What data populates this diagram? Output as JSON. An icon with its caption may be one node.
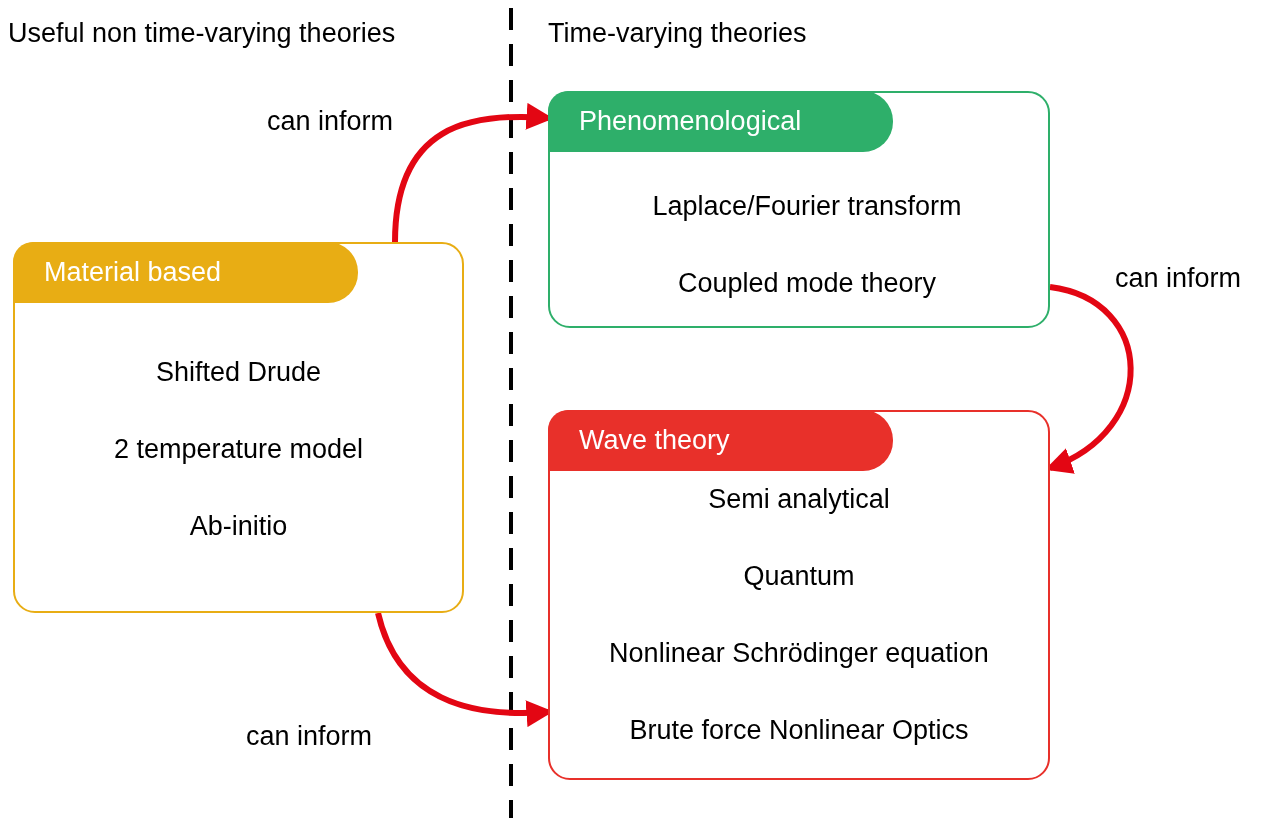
{
  "diagram": {
    "nodes": [
      {
        "text": [
          "Material based",
          "Shifted Drude",
          "2 temperature model",
          "Ab-initio"
        ]
      },
      {
        "text": [
          "Phenomenological",
          "Laplace/Fourier transform",
          "Coupled mode theory"
        ]
      },
      {
        "text": [
          "Wave theory",
          "Semi analytical",
          "Quantum",
          "Nonlinear Schrödinger equation",
          "Brute force Nonlinear Optics"
        ]
      }
    ],
    "edges": [
      {
        "from": 0,
        "to": 1,
        "arrow": "to",
        "label": "can inform"
      },
      {
        "from": 1,
        "to": 2,
        "arrow": "to",
        "label": "can inform"
      },
      {
        "from": 0,
        "to": 2,
        "arrow": "to",
        "label": "can inform"
      }
    ],
    "labels": [
      "Useful non time-varying theories",
      "Time-varying theories"
    ]
  }
}
